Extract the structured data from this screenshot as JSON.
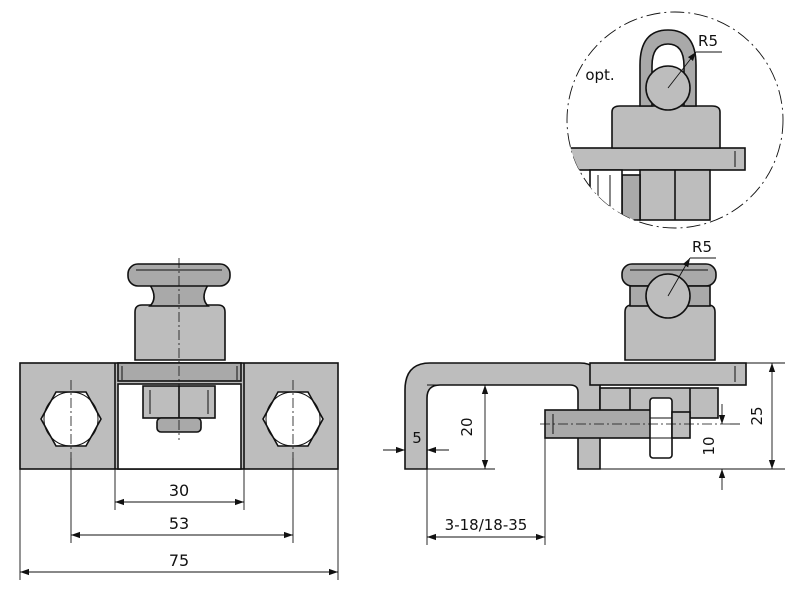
{
  "dimensions": {
    "front_inner": "30",
    "front_mid": "53",
    "front_overall": "75",
    "side_thickness": "5",
    "side_height_inner": "20",
    "side_height_total": "25",
    "side_bolt_height": "10",
    "side_clamp_range": "3-18/18-35",
    "side_radius": "R5",
    "detail_radius": "R5"
  },
  "labels": {
    "detail_option": "opt."
  },
  "colors": {
    "line": "#111111",
    "fill": "#bdbdbd",
    "background": "#ffffff"
  }
}
